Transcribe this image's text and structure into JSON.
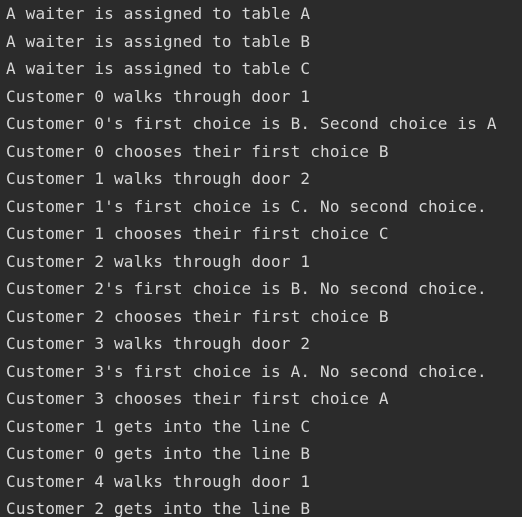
{
  "console": {
    "background": "#2b2b2b",
    "text_color": "#d7d7d7",
    "lines": [
      "A waiter is assigned to table A",
      "A waiter is assigned to table B",
      "A waiter is assigned to table C",
      "Customer 0 walks through door 1",
      "Customer 0's first choice is B. Second choice is A",
      "Customer 0 chooses their first choice B",
      "Customer 1 walks through door 2",
      "Customer 1's first choice is C. No second choice.",
      "Customer 1 chooses their first choice C",
      "Customer 2 walks through door 1",
      "Customer 2's first choice is B. No second choice.",
      "Customer 2 chooses their first choice B",
      "Customer 3 walks through door 2",
      "Customer 3's first choice is A. No second choice.",
      "Customer 3 chooses their first choice A",
      "Customer 1 gets into the line C",
      "Customer 0 gets into the line B",
      "Customer 4 walks through door 1",
      "Customer 2 gets into the line B"
    ]
  }
}
